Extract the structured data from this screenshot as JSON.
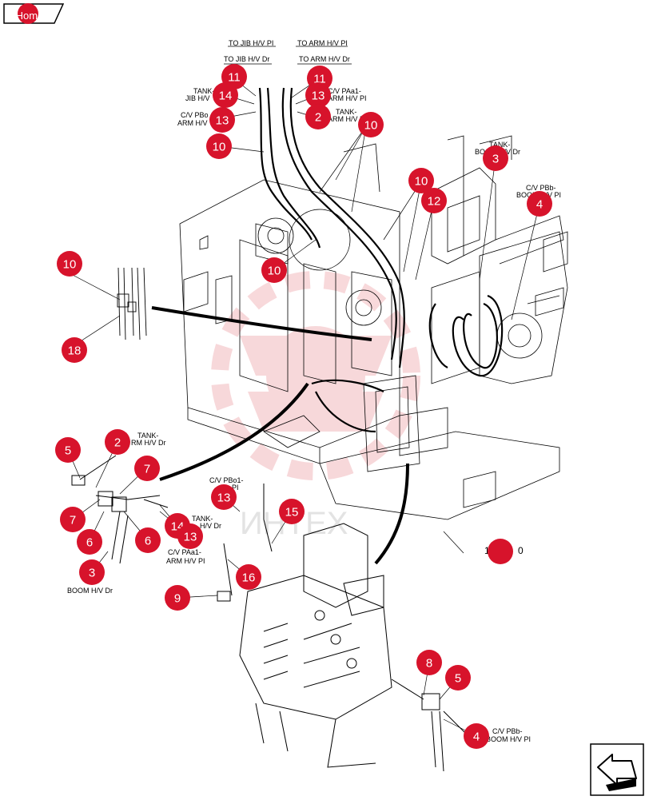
{
  "nav": {
    "home_label": "Home"
  },
  "watermark": "ИНТЕХ",
  "colors": {
    "callout": "#d7132b",
    "watermark": "#f2b9bd",
    "line": "#000000"
  },
  "labels": {
    "to_jib_pi": "TO JIB H/V PI",
    "to_jib_dr": "TO JIB H/V Dr",
    "to_arm_pi": "TO ARM H/V PI",
    "to_arm_dr": "TO ARM H/V Dr",
    "tank_jib_1": "TANK-",
    "tank_jib_2": "JIB H/V",
    "cv_pbo_arm_1": "C/V PBo",
    "cv_pbo_arm_2": "ARM H/V",
    "cv_paa1_1": "C/V PAa1-",
    "cv_paa1_2": "ARM H/V PI",
    "tank_arm_1": "TANK-",
    "tank_arm_2": "ARM H/V Dr",
    "tank_boom_1": "TANK-",
    "tank_boom_2": "BOOM H/V Dr",
    "cv_pbb_1": "C/V PBb-",
    "cv_pbb_2": "BOOM H/V PI",
    "tank_rm_1": "TANK-",
    "tank_rm_2": "RM H/V Dr",
    "cv_pbo1_1": "C/V PBo1-",
    "cv_pbo1_2": "PI",
    "tank_hv_1": "TANK-",
    "tank_hv_2": "H/V Dr",
    "cv_paa1_b_1": "C/V PAa1-",
    "cv_paa1_b_2": "ARM H/V PI",
    "boom_hv_dr": "BOOM H/V Dr",
    "ref": "1.050",
    "ref_suffix": "0",
    "cv_pbb_b_1": "C/V PBb-",
    "cv_pbb_b_2": "BOOM H/V PI"
  },
  "callouts": [
    {
      "id": "c11",
      "n": "11"
    },
    {
      "id": "c14",
      "n": "14"
    },
    {
      "id": "c13a",
      "n": "13"
    },
    {
      "id": "c10a",
      "n": "10"
    },
    {
      "id": "c11b",
      "n": "11"
    },
    {
      "id": "c13b",
      "n": "13"
    },
    {
      "id": "c2a",
      "n": "2"
    },
    {
      "id": "c10b",
      "n": "10"
    },
    {
      "id": "c3a",
      "n": "3"
    },
    {
      "id": "c4a",
      "n": "4"
    },
    {
      "id": "c10c",
      "n": "10"
    },
    {
      "id": "c12",
      "n": "12"
    },
    {
      "id": "c10d",
      "n": "10"
    },
    {
      "id": "c10e",
      "n": "10"
    },
    {
      "id": "c18",
      "n": "18"
    },
    {
      "id": "c5a",
      "n": "5"
    },
    {
      "id": "c2b",
      "n": "2"
    },
    {
      "id": "c7a",
      "n": "7"
    },
    {
      "id": "c7b",
      "n": "7"
    },
    {
      "id": "c6a",
      "n": "6"
    },
    {
      "id": "c6b",
      "n": "6"
    },
    {
      "id": "c3b",
      "n": "3"
    },
    {
      "id": "c13c",
      "n": "13"
    },
    {
      "id": "c15",
      "n": "15"
    },
    {
      "id": "c14b",
      "n": "14"
    },
    {
      "id": "c13d",
      "n": "13"
    },
    {
      "id": "c16",
      "n": "16"
    },
    {
      "id": "c9",
      "n": "9"
    },
    {
      "id": "c8",
      "n": "8"
    },
    {
      "id": "c5b",
      "n": "5"
    },
    {
      "id": "c4b",
      "n": "4"
    }
  ]
}
